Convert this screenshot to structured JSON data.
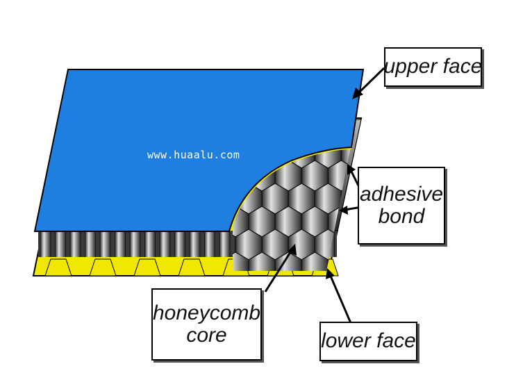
{
  "watermark": "www.huaalu.com",
  "labels": {
    "upper_face": "upper face",
    "adhesive_bond_line1": "adhesive",
    "adhesive_bond_line2": "bond",
    "honeycomb_core_line1": "honeycomb",
    "honeycomb_core_line2": "core",
    "lower_face": "lower face"
  },
  "colors": {
    "upper_face": "#1e7fe0",
    "adhesive": "#f5f200",
    "lower_face": "#f0e800",
    "cell_dark": "#3a3a3a",
    "cell_light": "#d0d0d0",
    "outline": "#000000"
  }
}
